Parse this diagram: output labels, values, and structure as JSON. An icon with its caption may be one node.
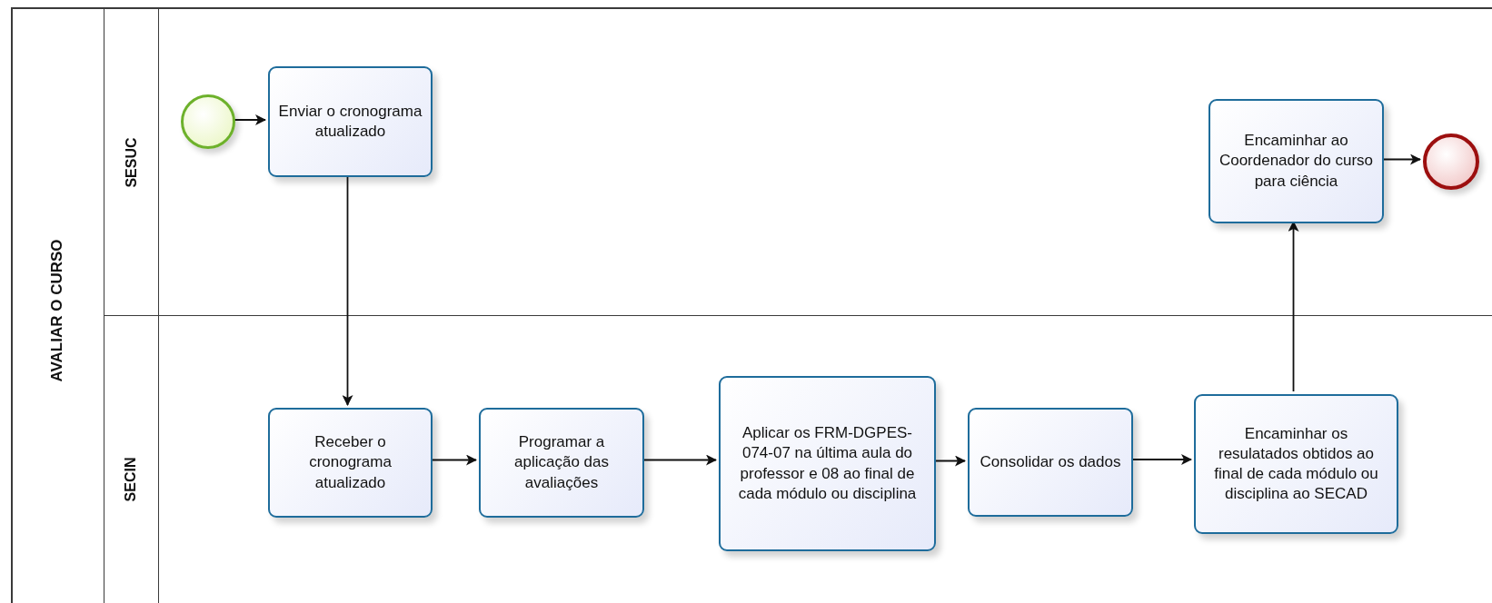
{
  "diagram": {
    "nodes": [
      {
        "text": [
          "AVALIAR O CURSO"
        ]
      },
      {
        "text": [
          "SESUC"
        ],
        "in": 0
      },
      {
        "text": [
          "SECIN"
        ],
        "in": 0
      },
      {
        "text": [],
        "shape": "circle",
        "in": 1
      },
      {
        "text": [
          "Enviar o cronograma atualizado"
        ],
        "in": 1
      },
      {
        "text": [
          "Encaminhar ao Coordenador do curso para ciência"
        ],
        "in": 1
      },
      {
        "text": [],
        "shape": "circle",
        "in": 1
      },
      {
        "text": [
          "Receber o cronograma atualizado"
        ],
        "in": 2
      },
      {
        "text": [
          "Programar a aplicação das avaliações"
        ],
        "in": 2
      },
      {
        "text": [
          "Aplicar os FRM-DGPES-074-07 na última aula do professor e 08 ao final de cada módulo ou disciplina"
        ],
        "in": 2
      },
      {
        "text": [
          "Consolidar os dados"
        ],
        "in": 2
      },
      {
        "text": [
          "Encaminhar os resulatados obtidos ao final de cada módulo ou disciplina ao SECAD"
        ],
        "in": 2
      }
    ],
    "edges": [
      {
        "from": 3,
        "to": 4,
        "arrow": "to"
      },
      {
        "from": 4,
        "to": 7,
        "arrow": "to"
      },
      {
        "from": 7,
        "to": 8,
        "arrow": "to"
      },
      {
        "from": 8,
        "to": 9,
        "arrow": "to"
      },
      {
        "from": 9,
        "to": 10,
        "arrow": "to"
      },
      {
        "from": 10,
        "to": 11,
        "arrow": "to"
      },
      {
        "from": 11,
        "to": 5,
        "arrow": "to"
      },
      {
        "from": 5,
        "to": 6,
        "arrow": "to"
      }
    ]
  }
}
